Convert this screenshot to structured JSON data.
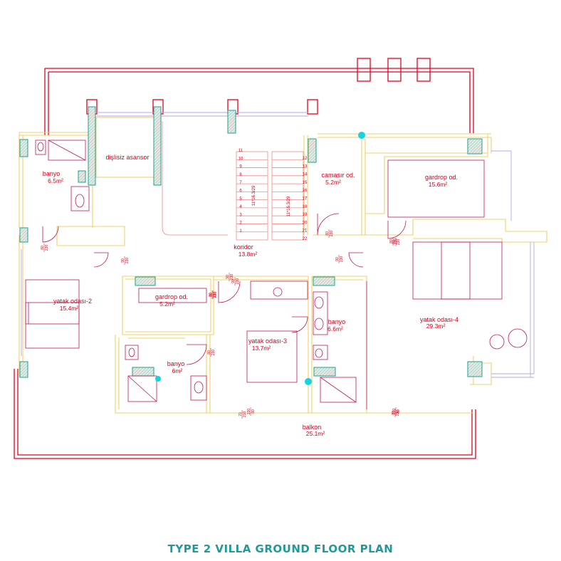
{
  "title": "TYPE 2 VILLA GROUND FLOOR PLAN",
  "rooms": [
    {
      "name": "banyo",
      "area": "6.5m²"
    },
    {
      "name": "dişlisiz asansor",
      "area": ""
    },
    {
      "name": "camasır od.",
      "area": "5.2m²"
    },
    {
      "name": "gardrop od.",
      "area": "15.6m²"
    },
    {
      "name": "koridor",
      "area": "13.8m²"
    },
    {
      "name": "yatak odası-2",
      "area": "15.4m²"
    },
    {
      "name": "gardrop od.",
      "area": "5.2m²"
    },
    {
      "name": "yatak odası-3",
      "area": "13.7m²"
    },
    {
      "name": "banyo",
      "area": "6.6m²"
    },
    {
      "name": "banyo",
      "area": "6m²"
    },
    {
      "name": "yatak odası-4",
      "area": "29.3m²"
    },
    {
      "name": "balkon",
      "area": "25.1m²"
    }
  ],
  "stairs": {
    "left_numbers": [
      "11",
      "10",
      "9",
      "8",
      "7",
      "6",
      "5",
      "4",
      "3",
      "2",
      "1"
    ],
    "right_numbers": [
      "12",
      "13",
      "14",
      "15",
      "16",
      "17",
      "18",
      "19",
      "20",
      "21",
      "22"
    ],
    "left_dim": "11*16.3/29",
    "right_dim": "11*16.3/29"
  },
  "door_tags": [
    {
      "top": "80",
      "bottom": "230"
    },
    {
      "top": "90",
      "bottom": "230"
    },
    {
      "top": "90",
      "bottom": "230"
    },
    {
      "top": "80",
      "bottom": "230"
    },
    {
      "top": "80",
      "bottom": "230"
    },
    {
      "top": "90",
      "bottom": "230"
    },
    {
      "top": "80",
      "bottom": "230"
    },
    {
      "top": "90",
      "bottom": "230"
    },
    {
      "top": "80",
      "bottom": "230"
    },
    {
      "top": "70",
      "bottom": "210"
    },
    {
      "top": "80",
      "bottom": "230"
    },
    {
      "top": "80",
      "bottom": "230"
    },
    {
      "top": "90",
      "bottom": "230"
    },
    {
      "top": "230",
      "bottom": "80"
    },
    {
      "top": "230",
      "bottom": "80"
    }
  ],
  "colors": {
    "walls": "#e8001f",
    "inner_walls": "#f1d06a",
    "furniture": "#c2185b",
    "title": "#1e9a9a",
    "columns": "#1aa590",
    "markers": "#14d4e0"
  }
}
